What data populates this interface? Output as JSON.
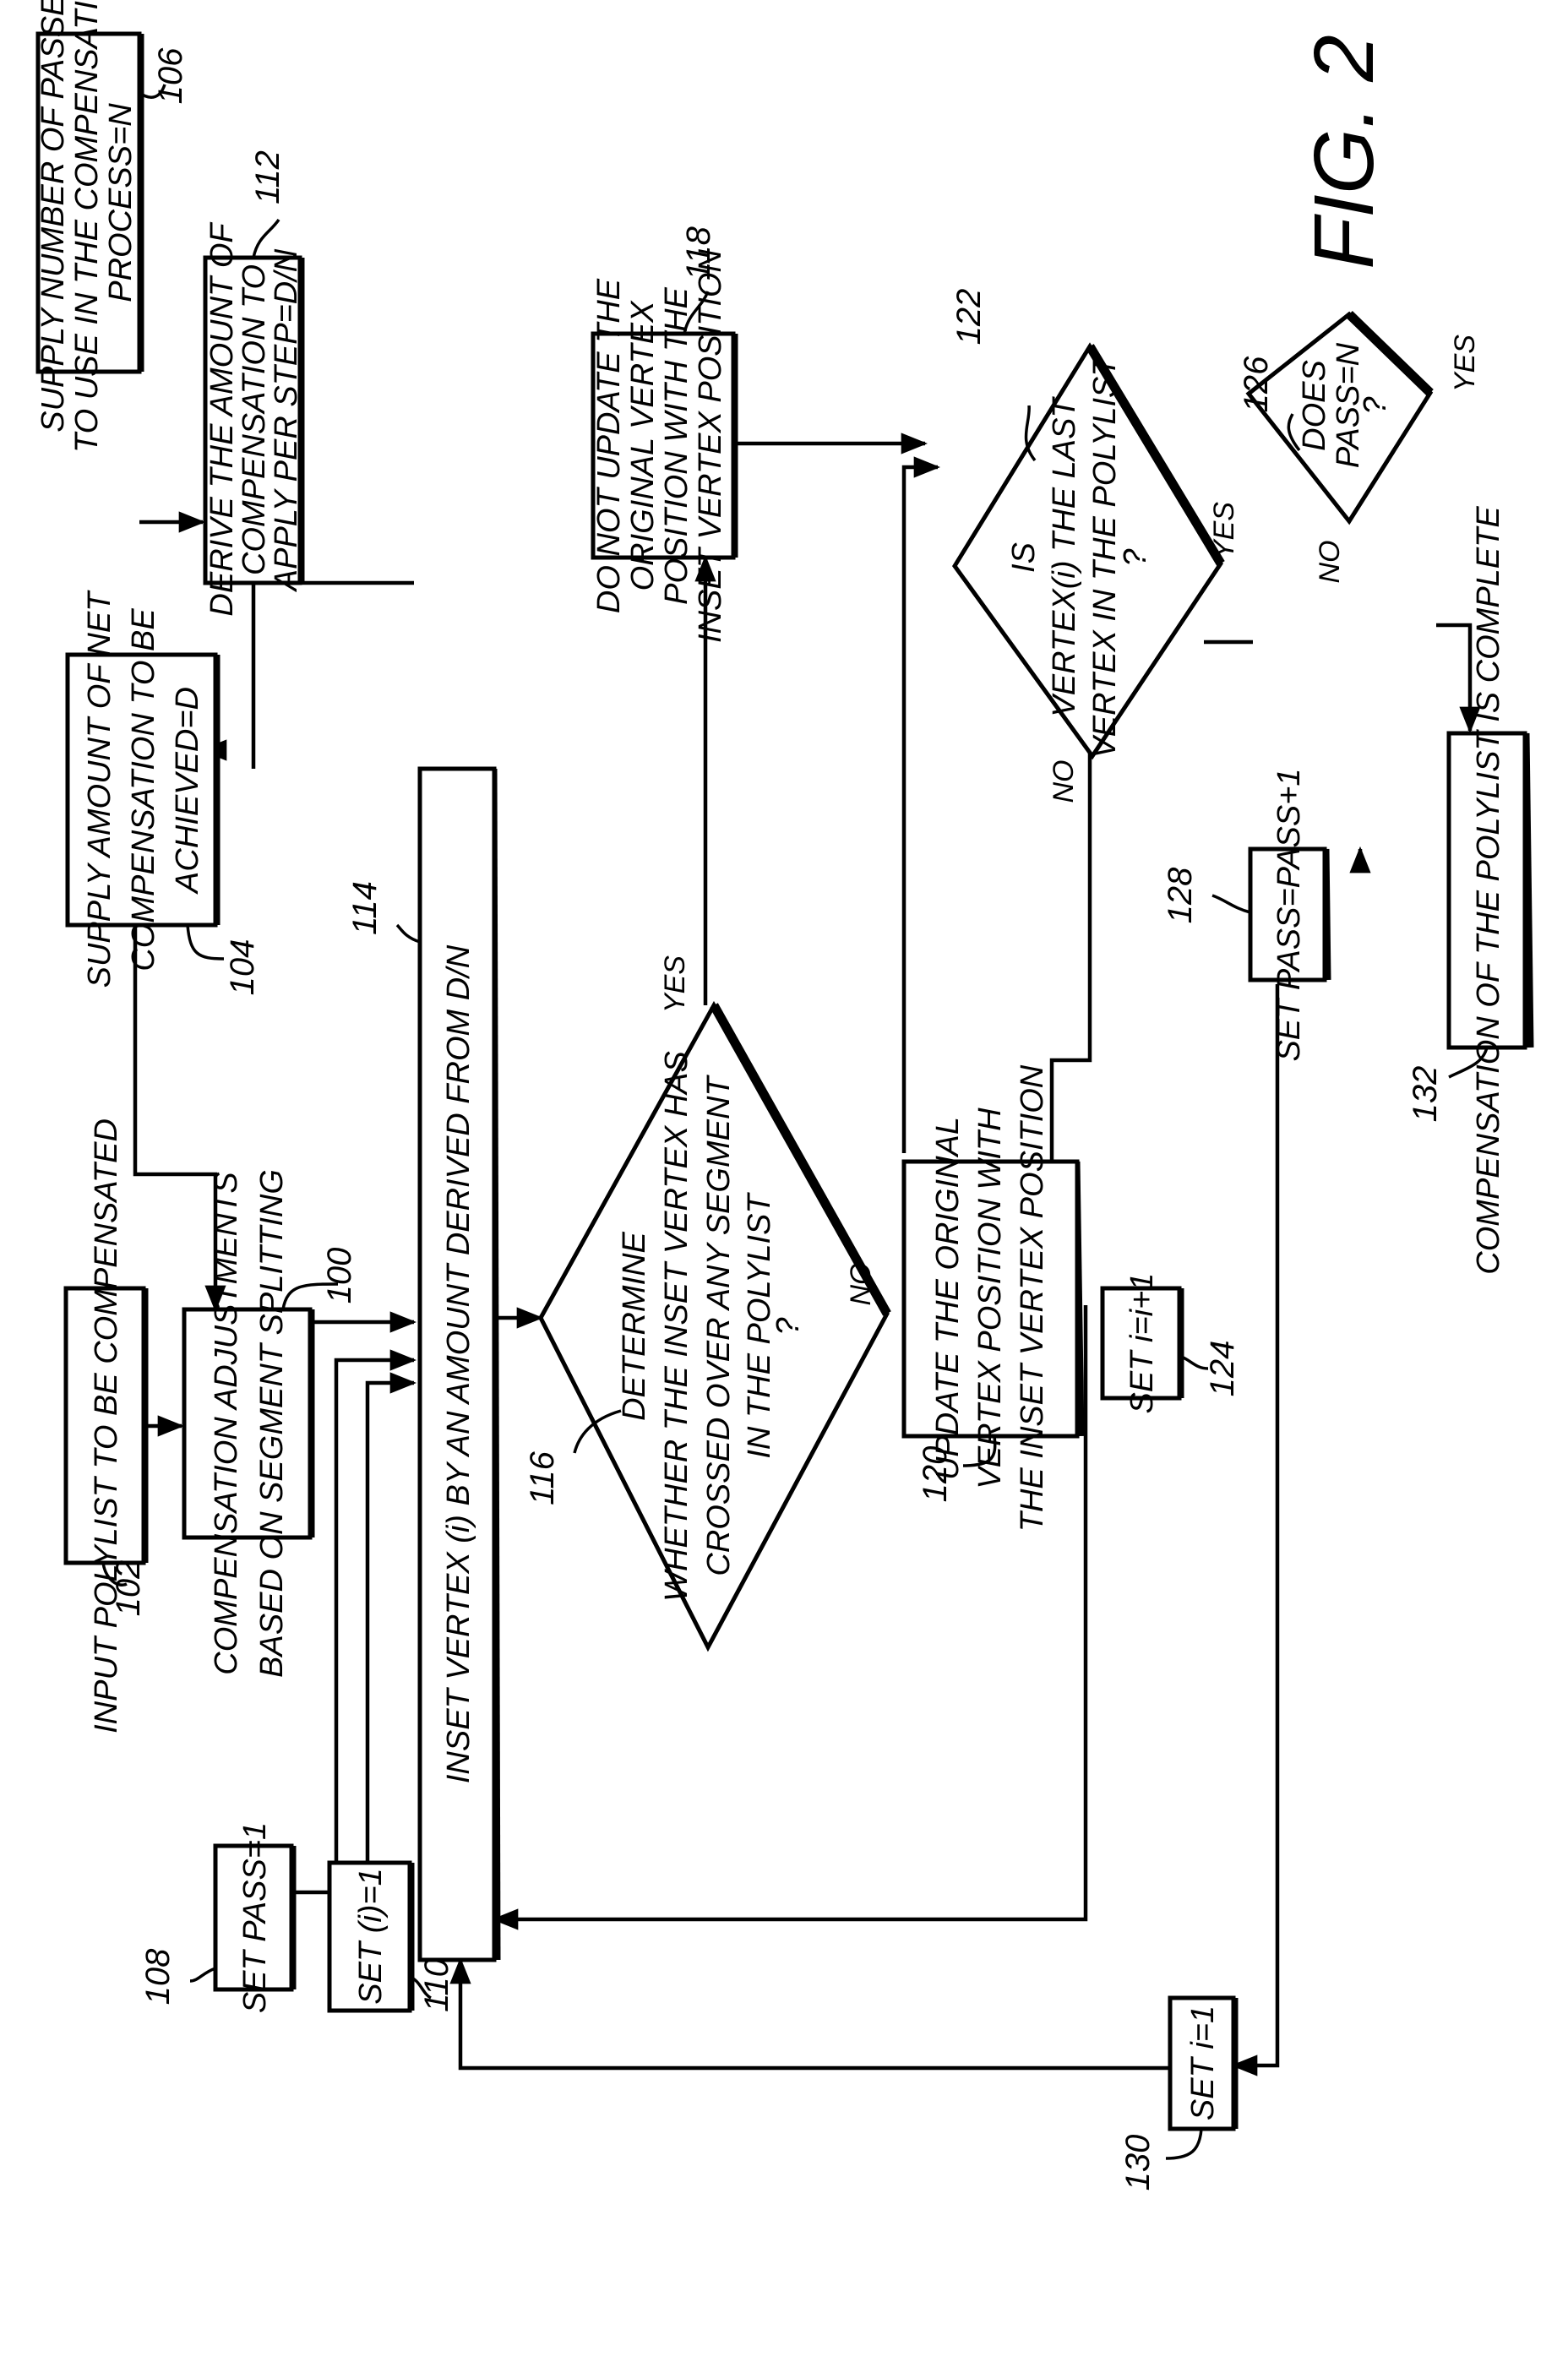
{
  "figure": {
    "title": "FIG. 2",
    "orientation": "rotated 90 degrees counter-clockwise"
  },
  "nodes": {
    "n100": {
      "ref": "100",
      "type": "process",
      "lines": [
        "COMPENSATION ADJUSTMENTS",
        "BASED ON SEGMENT SPLITTING"
      ]
    },
    "n102": {
      "ref": "102",
      "type": "process",
      "lines": [
        "INPUT POLYLIST TO BE COMPENSATED"
      ]
    },
    "n104": {
      "ref": "104",
      "type": "process",
      "lines": [
        "SUPPLY AMOUNT OF NET",
        "COMPENSATION TO BE",
        "ACHIEVED=D"
      ]
    },
    "n106": {
      "ref": "106",
      "type": "process",
      "lines": [
        "SUPPLY NUMBER OF PASSES",
        "TO USE IN THE COMPENSATION",
        "PROCESS=N"
      ]
    },
    "n108": {
      "ref": "108",
      "type": "process",
      "lines": [
        "SET PASS=1"
      ]
    },
    "n110": {
      "ref": "110",
      "type": "process",
      "lines": [
        "SET (i)=1"
      ]
    },
    "n112": {
      "ref": "112",
      "type": "process",
      "lines": [
        "DERIVE THE AMOUNT OF",
        "COMPENSATION TO",
        "APPLY PER STEP=D/N"
      ]
    },
    "n114": {
      "ref": "114",
      "type": "process",
      "lines": [
        "INSET VERTEX (i) BY AN AMOUNT DERIVED FROM D/N"
      ]
    },
    "n116": {
      "ref": "116",
      "type": "decision",
      "lines": [
        "DETERMINE",
        "WHETHER THE INSET VERTEX HAS",
        "CROSSED OVER ANY SEGMENT",
        "IN THE POLYLIST",
        "?"
      ]
    },
    "n118": {
      "ref": "118",
      "type": "process",
      "lines": [
        "DO NOT UPDATE THE",
        "ORIGINAL VERTEX",
        "POSITION WITH THE",
        "INSET VERTEX POSITION"
      ]
    },
    "n120": {
      "ref": "120",
      "type": "process",
      "lines": [
        "UPDATE THE ORIGINAL",
        "VERTEX POSITION WITH",
        "THE INSET VERTEX POSITION"
      ]
    },
    "n122": {
      "ref": "122",
      "type": "decision",
      "lines": [
        "IS",
        "VERTEX(i) THE LAST",
        "VERTEX IN THE POLYLIST",
        "?"
      ]
    },
    "n124": {
      "ref": "124",
      "type": "process",
      "lines": [
        "SET i=i+1"
      ]
    },
    "n126": {
      "ref": "126",
      "type": "decision",
      "lines": [
        "DOES",
        "PASS=N",
        "?"
      ]
    },
    "n128": {
      "ref": "128",
      "type": "process",
      "lines": [
        "SET PASS=PASS+1"
      ]
    },
    "n130": {
      "ref": "130",
      "type": "process",
      "lines": [
        "SET i=1"
      ]
    },
    "n132": {
      "ref": "132",
      "type": "process",
      "lines": [
        "COMPENSATION OF THE POLYLIST IS COMPLETE"
      ]
    }
  },
  "branch_labels": {
    "n116_yes": "YES",
    "n116_no": "NO",
    "n122_yes": "YES",
    "n122_no": "NO",
    "n126_yes": "YES",
    "n126_no": "NO"
  },
  "edges": [
    {
      "from": "102",
      "to": "100"
    },
    {
      "from": "104",
      "to": "100"
    },
    {
      "from": "104",
      "to": "112"
    },
    {
      "from": "106",
      "to": "112"
    },
    {
      "from": "112",
      "to": "114"
    },
    {
      "from": "100",
      "to": "114"
    },
    {
      "from": "108",
      "to": "114"
    },
    {
      "from": "110",
      "to": "114"
    },
    {
      "from": "114",
      "to": "116"
    },
    {
      "from": "116",
      "to": "118",
      "label": "YES"
    },
    {
      "from": "116",
      "to": "120",
      "label": "NO"
    },
    {
      "from": "118",
      "to": "122"
    },
    {
      "from": "120",
      "to": "122"
    },
    {
      "from": "122",
      "to": "124",
      "label": "NO"
    },
    {
      "from": "122",
      "to": "126",
      "label": "YES"
    },
    {
      "from": "124",
      "to": "114"
    },
    {
      "from": "126",
      "to": "128",
      "label": "NO"
    },
    {
      "from": "126",
      "to": "132",
      "label": "YES"
    },
    {
      "from": "128",
      "to": "130"
    },
    {
      "from": "130",
      "to": "114"
    }
  ]
}
